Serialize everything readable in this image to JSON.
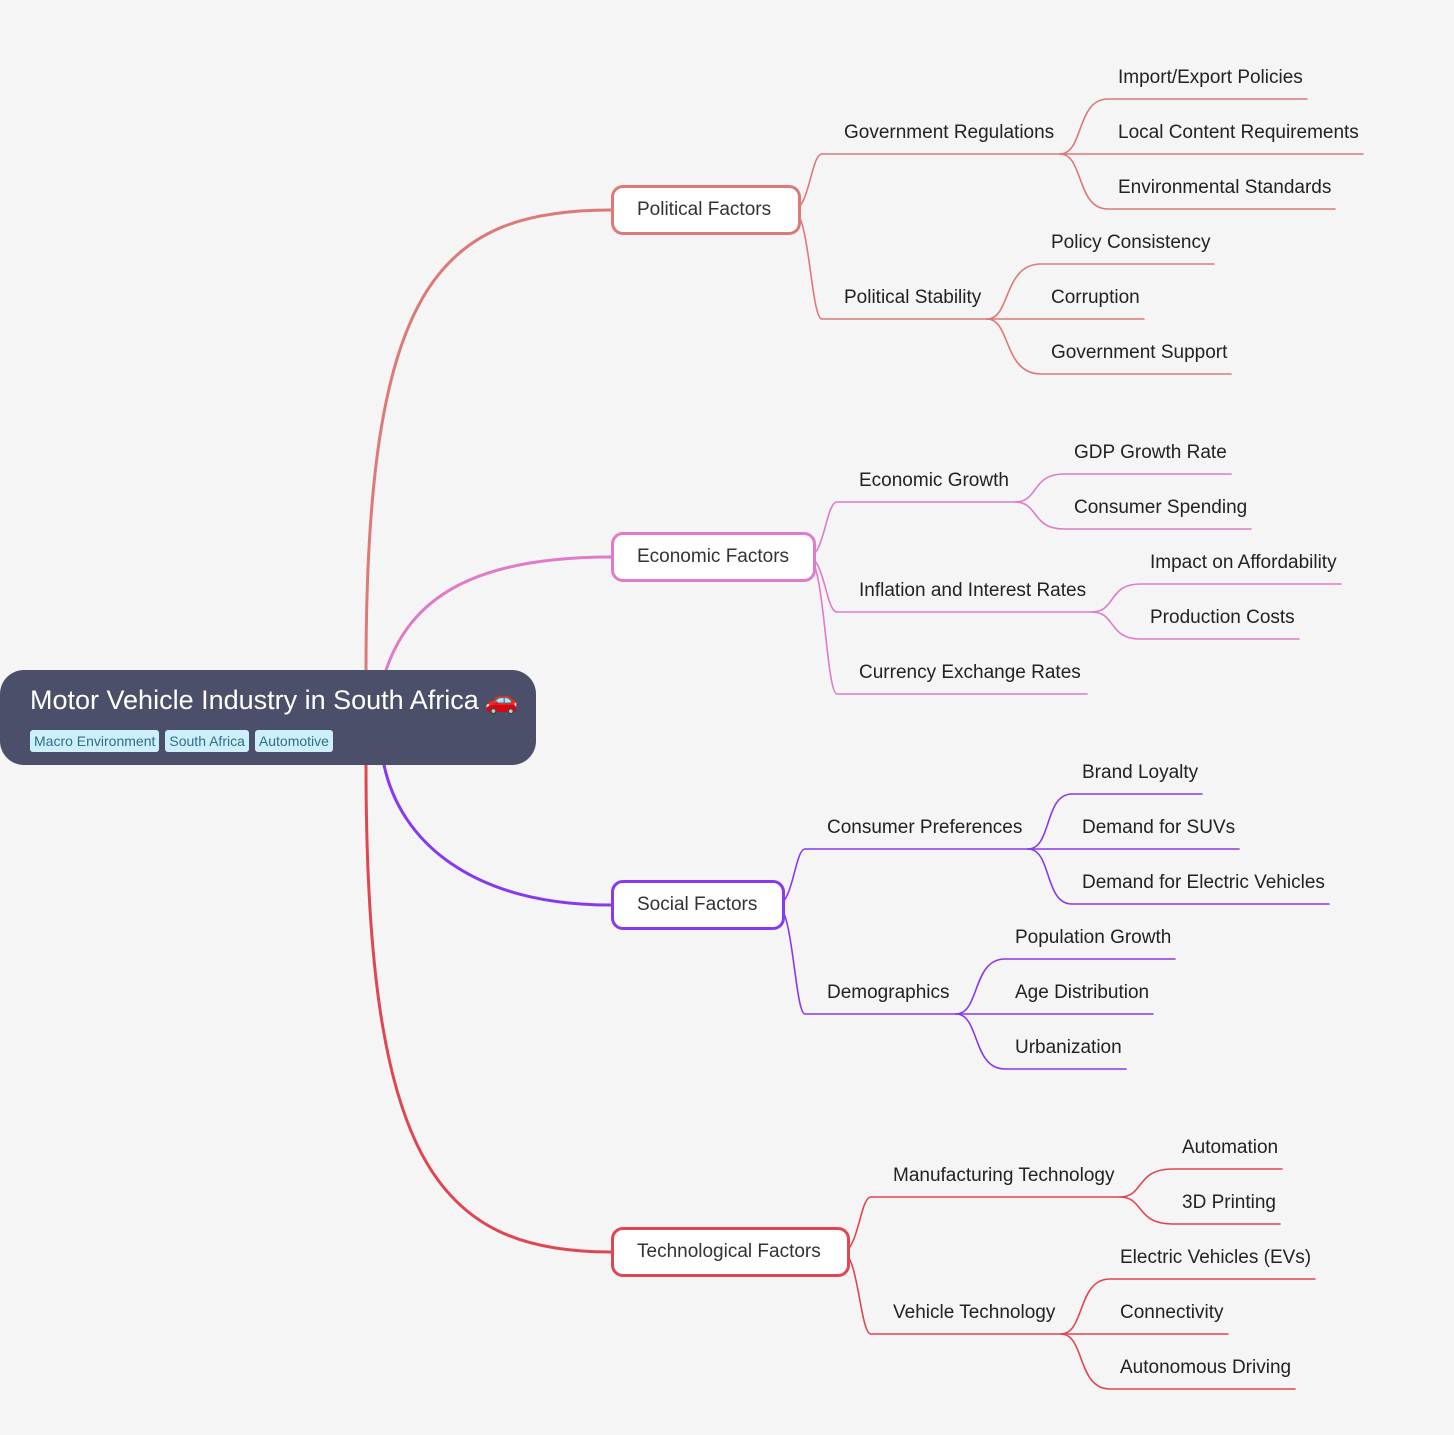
{
  "root": {
    "title": "Motor Vehicle Industry in South Africa",
    "emoji": "🚗",
    "tags": [
      "Macro Environment",
      "South Africa",
      "Automotive"
    ]
  },
  "branches": [
    {
      "label": "Political Factors",
      "color": "#dc7a78",
      "children": [
        {
          "label": "Government Regulations",
          "children": [
            "Import/Export Policies",
            "Local Content Requirements",
            "Environmental Standards"
          ]
        },
        {
          "label": "Political Stability",
          "children": [
            "Policy Consistency",
            "Corruption",
            "Government Support"
          ]
        }
      ]
    },
    {
      "label": "Economic Factors",
      "color": "#e07ac9",
      "children": [
        {
          "label": "Economic Growth",
          "children": [
            "GDP Growth Rate",
            "Consumer Spending"
          ]
        },
        {
          "label": "Inflation and Interest Rates",
          "children": [
            "Impact on Affordability",
            "Production Costs"
          ]
        },
        {
          "label": "Currency Exchange Rates",
          "children": []
        }
      ]
    },
    {
      "label": "Social Factors",
      "color": "#8839ef",
      "children": [
        {
          "label": "Consumer Preferences",
          "children": [
            "Brand Loyalty",
            "Demand for SUVs",
            "Demand for Electric Vehicles"
          ]
        },
        {
          "label": "Demographics",
          "children": [
            "Population Growth",
            "Age Distribution",
            "Urbanization"
          ]
        }
      ]
    },
    {
      "label": "Technological Factors",
      "color": "#e04552",
      "children": [
        {
          "label": "Manufacturing Technology",
          "children": [
            "Automation",
            "3D Printing"
          ]
        },
        {
          "label": "Vehicle Technology",
          "children": [
            "Electric Vehicles (EVs)",
            "Connectivity",
            "Autonomous Driving"
          ]
        }
      ]
    }
  ]
}
